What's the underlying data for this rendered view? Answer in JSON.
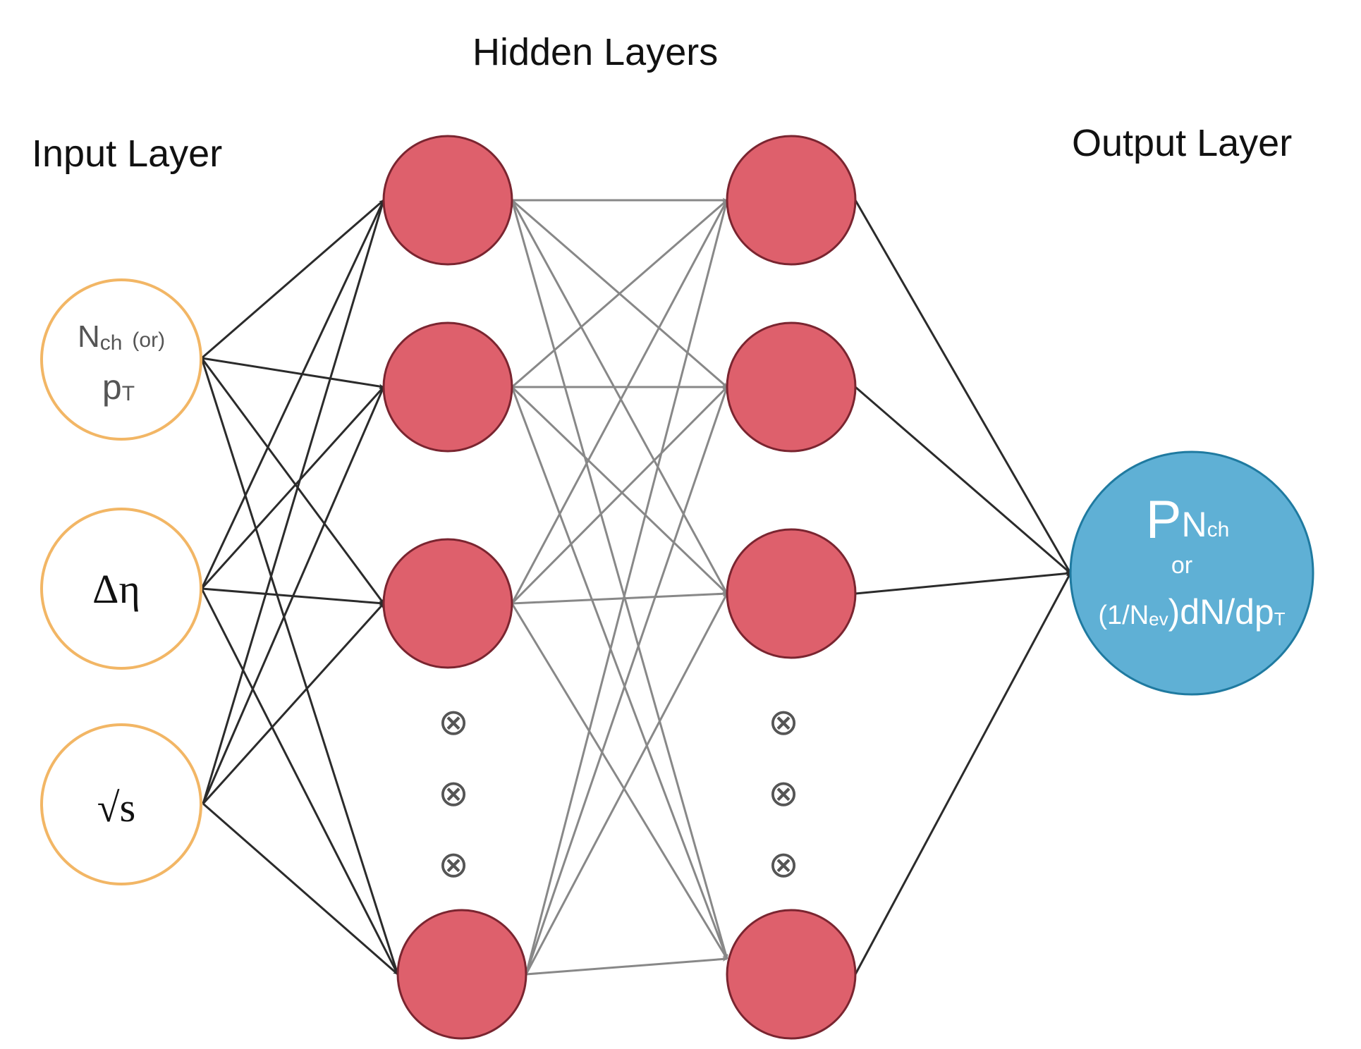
{
  "headings": {
    "input": "Input Layer",
    "hidden": "Hidden Layers",
    "output": "Output Layer"
  },
  "inputs": [
    {
      "line1_main": "N",
      "line1_sub": "ch",
      "line1_extra": "(or)",
      "line2_main": "p",
      "line2_sub": "T"
    },
    {
      "text": "Δη"
    },
    {
      "text": "√s"
    }
  ],
  "output": {
    "line1_main": "P",
    "line1_sub_main": "N",
    "line1_sub_sub": "ch",
    "line2": "or",
    "line3_a": "(1/N",
    "line3_a_sub": "ev",
    "line3_b": ")dN/dp",
    "line3_b_sub": "T"
  },
  "ellipsis_symbol": "⊗",
  "colors": {
    "input_stroke": "#f2b665",
    "hidden_fill": "#de606c",
    "hidden_stroke": "#7a2530",
    "output_fill": "#5fb0d5",
    "output_stroke": "#1f7aa0",
    "edge_dark": "#2b2b2b",
    "edge_gray": "#888888",
    "dot_fill": "#555555"
  }
}
